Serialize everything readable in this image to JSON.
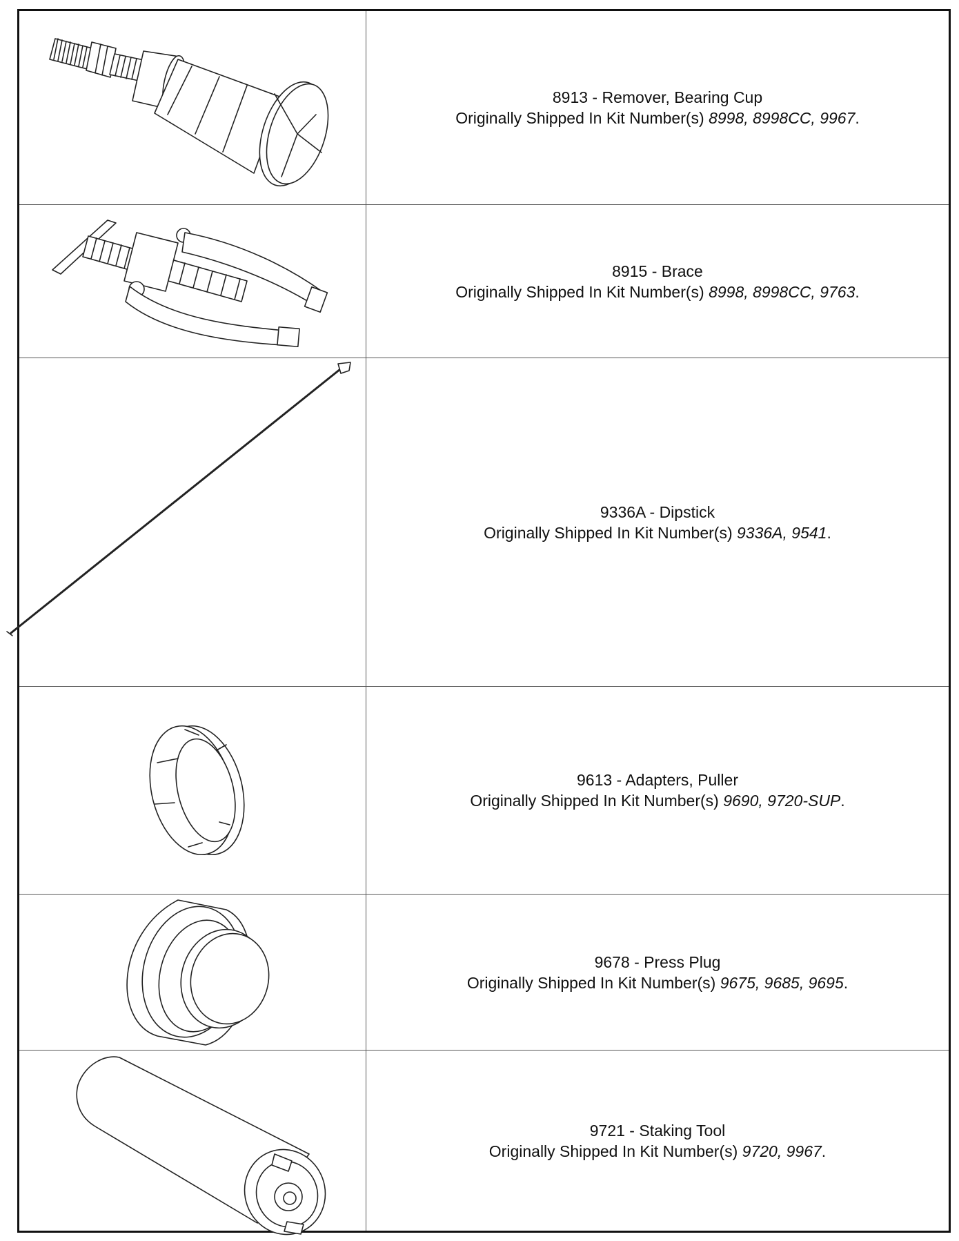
{
  "tools": [
    {
      "title": "8913 - Remover, Bearing Cup",
      "prefix": "Originally Shipped In Kit Number(s) ",
      "kits": "8998, 8998CC, 9967",
      "suffix": ".",
      "icon": "bearing-cup-remover-icon"
    },
    {
      "title": "8915 - Brace",
      "prefix": "Originally Shipped In Kit Number(s) ",
      "kits": "8998, 8998CC, 9763",
      "suffix": ".",
      "icon": "brace-puller-icon"
    },
    {
      "title": "9336A - Dipstick",
      "prefix": "Originally Shipped In Kit Number(s) ",
      "kits": "9336A, 9541",
      "suffix": ".",
      "icon": "dipstick-icon"
    },
    {
      "title": "9613 - Adapters, Puller",
      "prefix": "Originally Shipped In Kit Number(s) ",
      "kits": "9690, 9720-SUP",
      "suffix": ".",
      "icon": "puller-adapters-icon"
    },
    {
      "title": "9678 - Press Plug",
      "prefix": "Originally Shipped In Kit Number(s) ",
      "kits": "9675, 9685, 9695",
      "suffix": ".",
      "icon": "press-plug-icon"
    },
    {
      "title": "9721 - Staking Tool",
      "prefix": "Originally Shipped In Kit Number(s) ",
      "kits": "9720, 9967",
      "suffix": ".",
      "icon": "staking-tool-icon"
    }
  ]
}
